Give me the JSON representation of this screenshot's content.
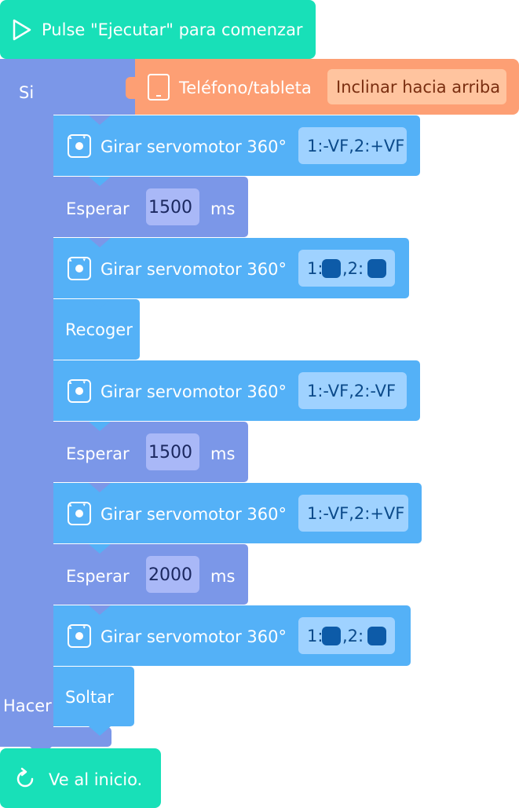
{
  "event_block": {
    "label": "Pulse \"Ejecutar\" para comenzar"
  },
  "if_block": {
    "si_label": "Si",
    "hacer_label": "Hacer",
    "condition": {
      "device": "Teléfono/tableta",
      "value": "Inclinar hacia arriba"
    }
  },
  "steps": {
    "s1": {
      "label": "Girar servomotor 360°",
      "value": "1:-VF,2:+VF"
    },
    "s2": {
      "label": "Esperar",
      "value": "1500",
      "unit": "ms"
    },
    "s3": {
      "label": "Girar servomotor 360°",
      "p1": "1:",
      "p2": ",2:"
    },
    "s4": {
      "label": "Recoger"
    },
    "s5": {
      "label": "Girar servomotor 360°",
      "value": "1:-VF,2:-VF"
    },
    "s6": {
      "label": "Esperar",
      "value": "1500",
      "unit": "ms"
    },
    "s7": {
      "label": "Girar servomotor 360°",
      "value": "1:-VF,2:+VF"
    },
    "s8": {
      "label": "Esperar",
      "value": "2000",
      "unit": "ms"
    },
    "s9": {
      "label": "Girar servomotor 360°",
      "p1": "1:",
      "p2": ",2:"
    },
    "s10": {
      "label": "Soltar"
    }
  },
  "end_block": {
    "label": "Ve al inicio."
  },
  "colors": {
    "event": "#18e0b8",
    "if_block": "#7b97e8",
    "condition": "#fd9f74",
    "servo": "#54b1f7",
    "wait": "#7b97e8",
    "swatch": "#0d5ba8"
  }
}
